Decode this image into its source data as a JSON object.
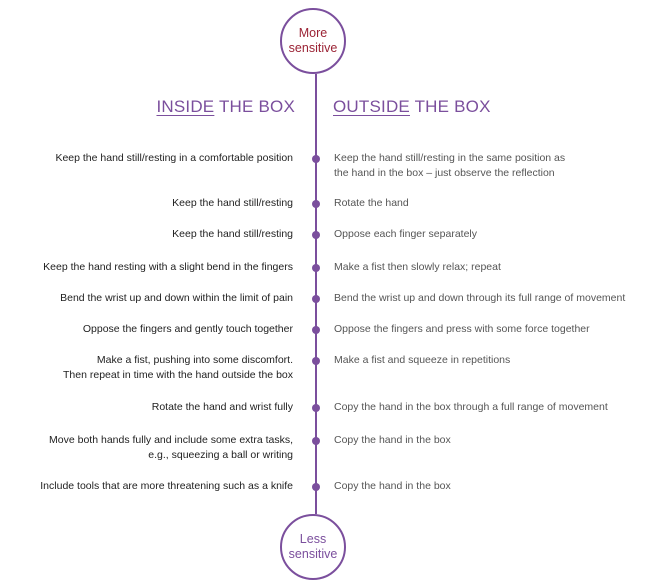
{
  "colors": {
    "accent": "#7b4f9d",
    "top_label": "#9b2335"
  },
  "top_circle": {
    "line1": "More",
    "line2": "sensitive"
  },
  "bottom_circle": {
    "line1": "Less",
    "line2": "sensitive"
  },
  "headings": {
    "inside": {
      "underlined": "INSIDE",
      "rest": " THE BOX"
    },
    "outside": {
      "underlined": "OUTSIDE",
      "rest": " THE BOX"
    }
  },
  "rows": [
    {
      "inside": [
        "Keep the hand still/resting in a comfortable position"
      ],
      "outside": [
        "Keep the hand still/resting in the same position as",
        "the hand in the box – just observe the reflection"
      ]
    },
    {
      "inside": [
        "Keep the hand still/resting"
      ],
      "outside": [
        "Rotate the hand"
      ]
    },
    {
      "inside": [
        "Keep the hand still/resting"
      ],
      "outside": [
        "Oppose each finger separately"
      ]
    },
    {
      "inside": [
        "Keep the hand resting with a slight bend in the fingers"
      ],
      "outside": [
        "Make a fist then slowly relax; repeat"
      ]
    },
    {
      "inside": [
        "Bend the wrist up and down within the limit of pain"
      ],
      "outside": [
        "Bend the wrist up and down through its full range of movement"
      ]
    },
    {
      "inside": [
        "Oppose the fingers and gently touch together"
      ],
      "outside": [
        "Oppose the fingers and press with some force together"
      ]
    },
    {
      "inside": [
        "Make a fist, pushing into some discomfort.",
        "Then repeat in time with the hand outside the box"
      ],
      "outside": [
        "Make a fist and squeeze in repetitions"
      ]
    },
    {
      "inside": [
        "Rotate the hand and wrist fully"
      ],
      "outside": [
        "Copy the hand in the box through a full range of movement"
      ]
    },
    {
      "inside": [
        "Move both hands fully and include some extra tasks,",
        "e.g., squeezing a ball or writing"
      ],
      "outside": [
        "Copy the hand in the box"
      ]
    },
    {
      "inside": [
        "Include tools that are more threatening such as a knife"
      ],
      "outside": [
        "Copy the hand in the box"
      ]
    }
  ]
}
